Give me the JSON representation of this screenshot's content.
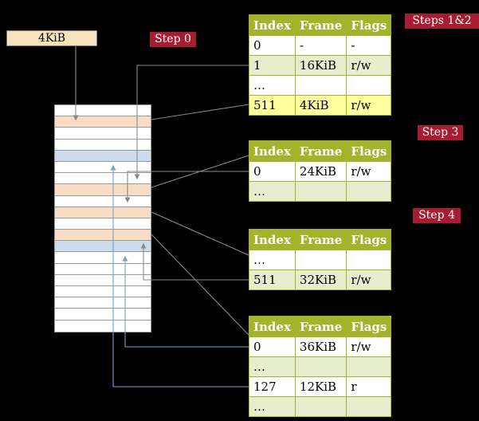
{
  "colors": {
    "canvas-bg": "#000000",
    "badge-bg": "#a51c33",
    "badge-text": "#ffffff",
    "table-header-bg": "#a3b32b",
    "table-border": "#a3b32b",
    "table-row-alt": "#e7eecd",
    "table-row-highlight": "#ffff9e",
    "mem-border": "#999999",
    "mem-white": "#ffffff",
    "mem-peach": "#f8dcc4",
    "mem-blue": "#cddced",
    "cr3-box-bg": "#f7e3ba",
    "arrow-gray": "#8a8a8a",
    "arrow-blue": "#7f9fcc"
  },
  "labels": {
    "cr3_box": "4KiB",
    "step0": "Step 0",
    "steps_1_2": "Steps 1&2",
    "step3": "Step 3",
    "step4": "Step 4"
  },
  "memory": {
    "cells": [
      "white",
      "peach",
      "white",
      "white",
      "blue",
      "white",
      "white",
      "peach",
      "white",
      "peach",
      "white",
      "peach",
      "blue",
      "white",
      "white",
      "white",
      "white",
      "white",
      "white",
      "white"
    ]
  },
  "tables": [
    {
      "name": "level-4-table",
      "headers": [
        "Index",
        "Frame",
        "Flags"
      ],
      "rows": [
        [
          "0",
          "-",
          "-"
        ],
        [
          "1",
          "16KiB",
          "r/w"
        ],
        [
          "…",
          "",
          ""
        ],
        [
          "511",
          "4KiB",
          "r/w"
        ]
      ]
    },
    {
      "name": "level-3-table",
      "headers": [
        "Index",
        "Frame",
        "Flags"
      ],
      "rows": [
        [
          "0",
          "24KiB",
          "r/w"
        ],
        [
          "…",
          "",
          ""
        ]
      ]
    },
    {
      "name": "level-2-table",
      "headers": [
        "Index",
        "Frame",
        "Flags"
      ],
      "rows": [
        [
          "…",
          "",
          ""
        ],
        [
          "511",
          "32KiB",
          "r/w"
        ]
      ]
    },
    {
      "name": "level-1-table",
      "headers": [
        "Index",
        "Frame",
        "Flags"
      ],
      "rows": [
        [
          "0",
          "36KiB",
          "r/w"
        ],
        [
          "…",
          "",
          ""
        ],
        [
          "127",
          "12KiB",
          "r"
        ],
        [
          "…",
          "",
          ""
        ]
      ]
    }
  ]
}
